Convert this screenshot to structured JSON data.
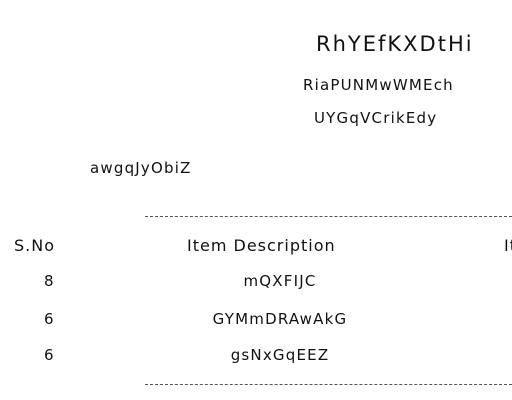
{
  "header": {
    "title": "RhYEfKXDtHi",
    "subtitle_1": "RiaPUNMwWMEch",
    "subtitle_2": "UYGqVCrikEdy",
    "meta_text": "awgqJyObiZ"
  },
  "table": {
    "columns": [
      "S.No",
      "Item Description",
      "It"
    ],
    "rows": [
      {
        "sno": "8",
        "description": "mQXFIJC"
      },
      {
        "sno": "6",
        "description": "GYMmDRAwAkG"
      },
      {
        "sno": "6",
        "description": "gsNxGqEEZ"
      }
    ]
  }
}
